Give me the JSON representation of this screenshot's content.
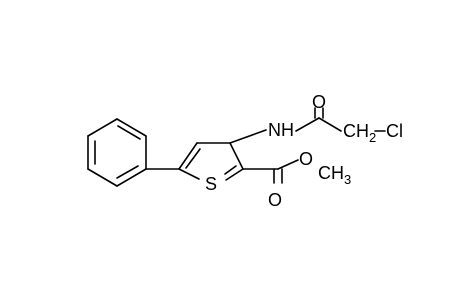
{
  "molecule": {
    "atoms": {
      "nitrogen": "NH",
      "amide_oxygen": "O",
      "methylene": {
        "main": "CH",
        "subscript": "2"
      },
      "chlorine": "Cl",
      "sulfur": "S",
      "ester_oxygen_single": "O",
      "methyl": {
        "main": "CH",
        "subscript": "3"
      },
      "ester_oxygen_double": "O"
    }
  }
}
